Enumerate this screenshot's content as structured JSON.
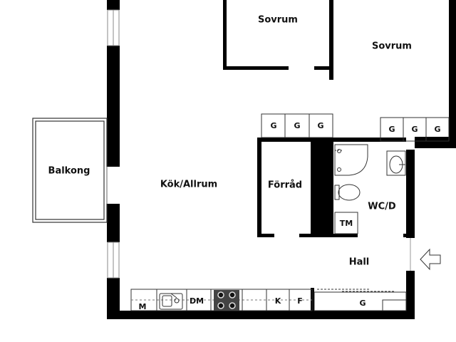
{
  "colors": {
    "wall": "#000000",
    "background": "#ffffff",
    "line": "#333333",
    "window": "#999999"
  },
  "rooms": {
    "sovrum_1": "Sovrum",
    "sovrum_2": "Sovrum",
    "balkong": "Balkong",
    "kok_allrum": "Kök/Allrum",
    "forrad": "Förråd",
    "wc_d": "WC/D",
    "hall": "Hall"
  },
  "closets": {
    "bedroom_wardrobes": [
      "G",
      "G",
      "G"
    ],
    "hall_wardrobes_right": [
      "G",
      "G",
      "G"
    ],
    "hall_closet_bottom": "G"
  },
  "fixtures": {
    "tm": "TM",
    "microwave": "M",
    "dishwasher": "DM",
    "fridge": "K",
    "freezer": "F"
  },
  "icons": {
    "entrance": "entrance-arrow-icon",
    "sink": "sink-icon",
    "stove": "stove-icon",
    "toilet": "toilet-icon",
    "shower": "shower-icon",
    "washbasin": "washbasin-icon"
  }
}
